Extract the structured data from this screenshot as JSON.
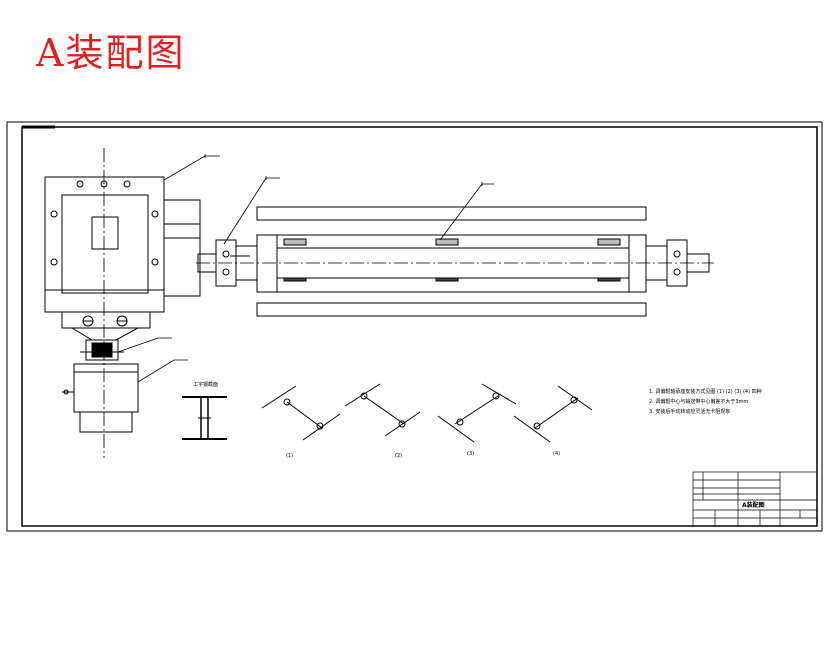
{
  "title": "A装配图",
  "colors": {
    "title": "#e02020",
    "line": "#000000"
  },
  "section_label": "工字钢截面",
  "views": [
    "(1)",
    "(2)",
    "(3)",
    "(4)"
  ],
  "notes": [
    "1. 调偏辊轴承座安装方式见图 (1) (2) (3) (4) 四种",
    "2. 调偏辊中心与输送带中心偏差不大于3mm",
    "3. 安装后手动转动应灵活无卡阻现象"
  ],
  "title_block": {
    "drawing_name": "A装配图"
  }
}
